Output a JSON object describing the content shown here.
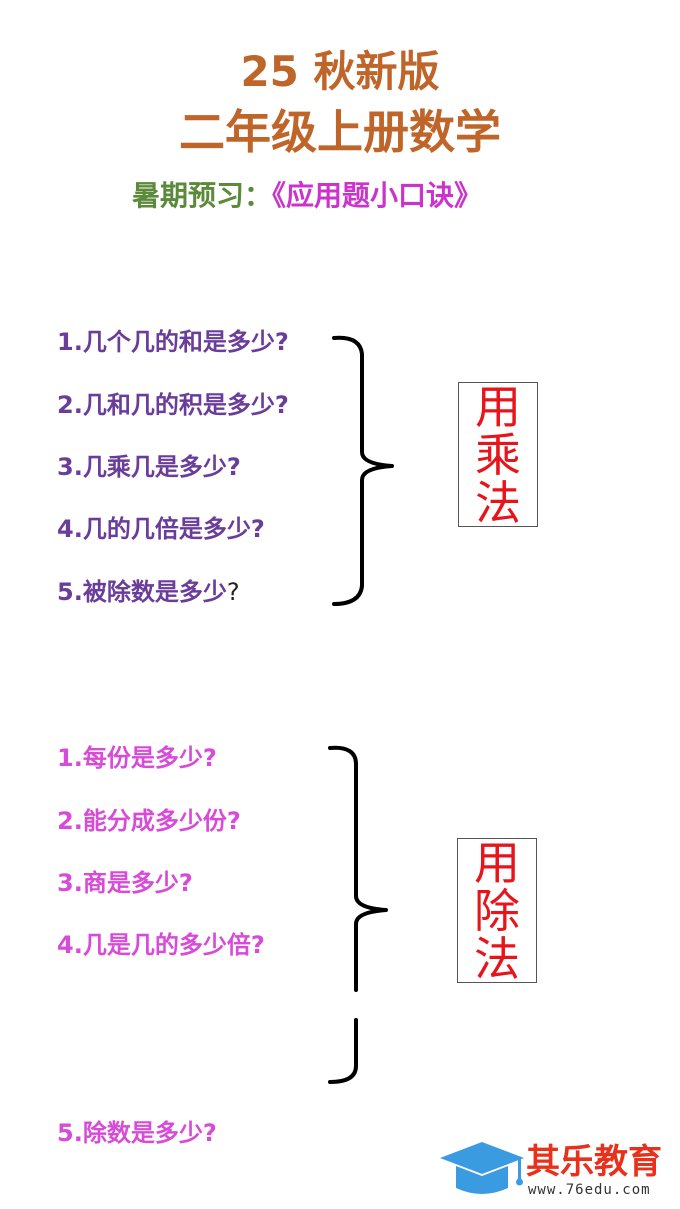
{
  "header": {
    "title_line1": "25 秋新版",
    "title_line2": "二年级上册数学",
    "subtitle_lead": "暑期预习：",
    "subtitle_book": "《应用题小口诀》"
  },
  "multiplication": {
    "questions": [
      "1.几个几的和是多少?",
      "2.几和几的积是多少?",
      "3.几乘几是多少?",
      "4.几的几倍是多少?"
    ],
    "q5_main": "5.被除数是多少",
    "q5_mark": "?",
    "label_chars": [
      "用",
      "乘",
      "法"
    ]
  },
  "division": {
    "questions": [
      "1.每份是多少?",
      "2.能分成多少份?",
      "3.商是多少?",
      "4.几是几的多少倍?"
    ],
    "q5": "5.除数是多少?",
    "label_chars": [
      "用",
      "除",
      "法"
    ]
  },
  "logo": {
    "name": "其乐教育",
    "url": "www.76edu.com",
    "icon": "graduation-cap-icon",
    "color": "#3a9be0"
  },
  "colors": {
    "title": "#c0652a",
    "subtitle_lead": "#5b8a3a",
    "subtitle_book": "#cc33cc",
    "multiplication_text": "#6a3d9a",
    "division_text": "#d84bd8",
    "label": "#e8141b"
  }
}
